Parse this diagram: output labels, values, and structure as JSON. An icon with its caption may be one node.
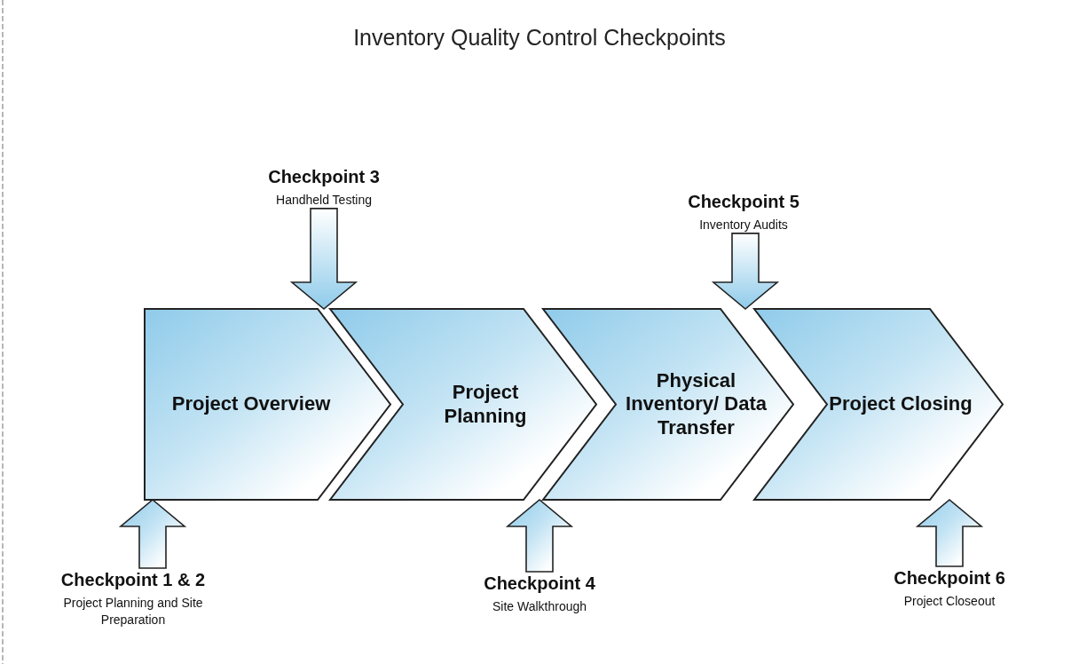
{
  "diagram": {
    "title": "Inventory Quality Control Checkpoints",
    "nodes": [
      {
        "text": [
          "Project Overview"
        ]
      },
      {
        "text": [
          "Project Planning"
        ]
      },
      {
        "text": [
          "Physical Inventory/ Data Transfer"
        ]
      },
      {
        "text": [
          "Project Closing"
        ]
      },
      {
        "text": [
          "Checkpoint 3",
          "Handheld Testing"
        ]
      },
      {
        "text": [
          "Checkpoint 5",
          "Inventory Audits"
        ]
      },
      {
        "text": [
          "Checkpoint 1 & 2",
          "Project Planning and Site Preparation"
        ]
      },
      {
        "text": [
          "Checkpoint 4",
          "Site Walkthrough"
        ]
      },
      {
        "text": [
          "Checkpoint 6",
          "Project Closeout"
        ]
      }
    ],
    "edges": [
      {
        "from": 4,
        "to": 1,
        "arrow": "to",
        "style": "thick"
      },
      {
        "from": 5,
        "to": 3,
        "arrow": "to",
        "style": "thick"
      },
      {
        "from": 6,
        "to": 0,
        "arrow": "to",
        "style": "thick"
      },
      {
        "from": 7,
        "to": 2,
        "arrow": "to",
        "style": "thick"
      },
      {
        "from": 8,
        "to": 3,
        "arrow": "to",
        "style": "thick"
      }
    ]
  }
}
